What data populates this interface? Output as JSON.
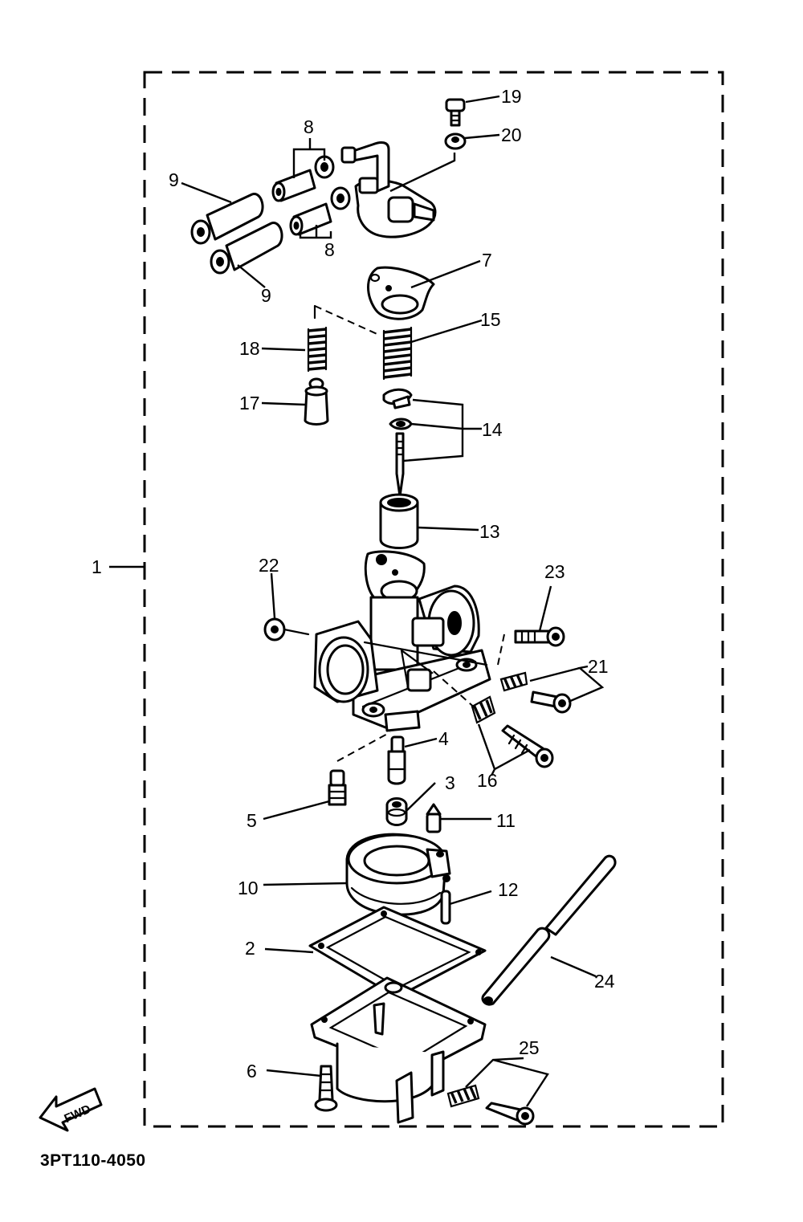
{
  "diagram": {
    "drawing_code": "3PT110-4050",
    "direction_arrow": "FWD",
    "callouts": {
      "c1": "1",
      "c2": "2",
      "c3": "3",
      "c4": "4",
      "c5": "5",
      "c6": "6",
      "c7": "7",
      "c8a": "8",
      "c8b": "8",
      "c9a": "9",
      "c9b": "9",
      "c10": "10",
      "c11": "11",
      "c12": "12",
      "c13": "13",
      "c14": "14",
      "c15": "15",
      "c16": "16",
      "c17": "17",
      "c18": "18",
      "c19": "19",
      "c20": "20",
      "c21": "21",
      "c22": "22",
      "c23": "23",
      "c24": "24",
      "c25": "25"
    },
    "colors": {
      "ink": "#000000",
      "paper": "#ffffff"
    }
  }
}
